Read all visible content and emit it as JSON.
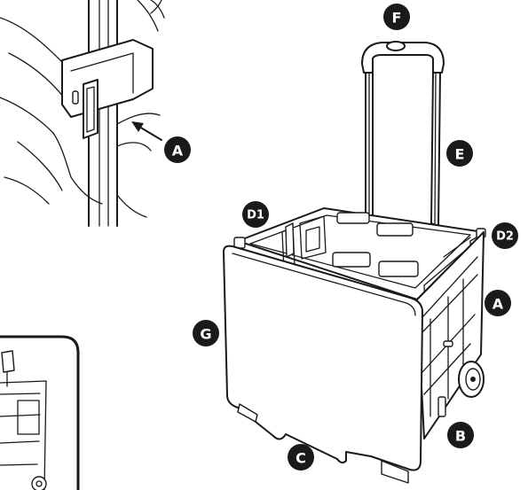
{
  "callouts": {
    "detail_a": "A",
    "handle_top": "F",
    "handle_shaft": "E",
    "corner_left": "D1",
    "corner_right": "D2",
    "side_a": "A",
    "front_panel": "G",
    "wheel": "B",
    "bottom": "C"
  },
  "colors": {
    "line": "#1a1a1a",
    "background": "#ffffff"
  }
}
